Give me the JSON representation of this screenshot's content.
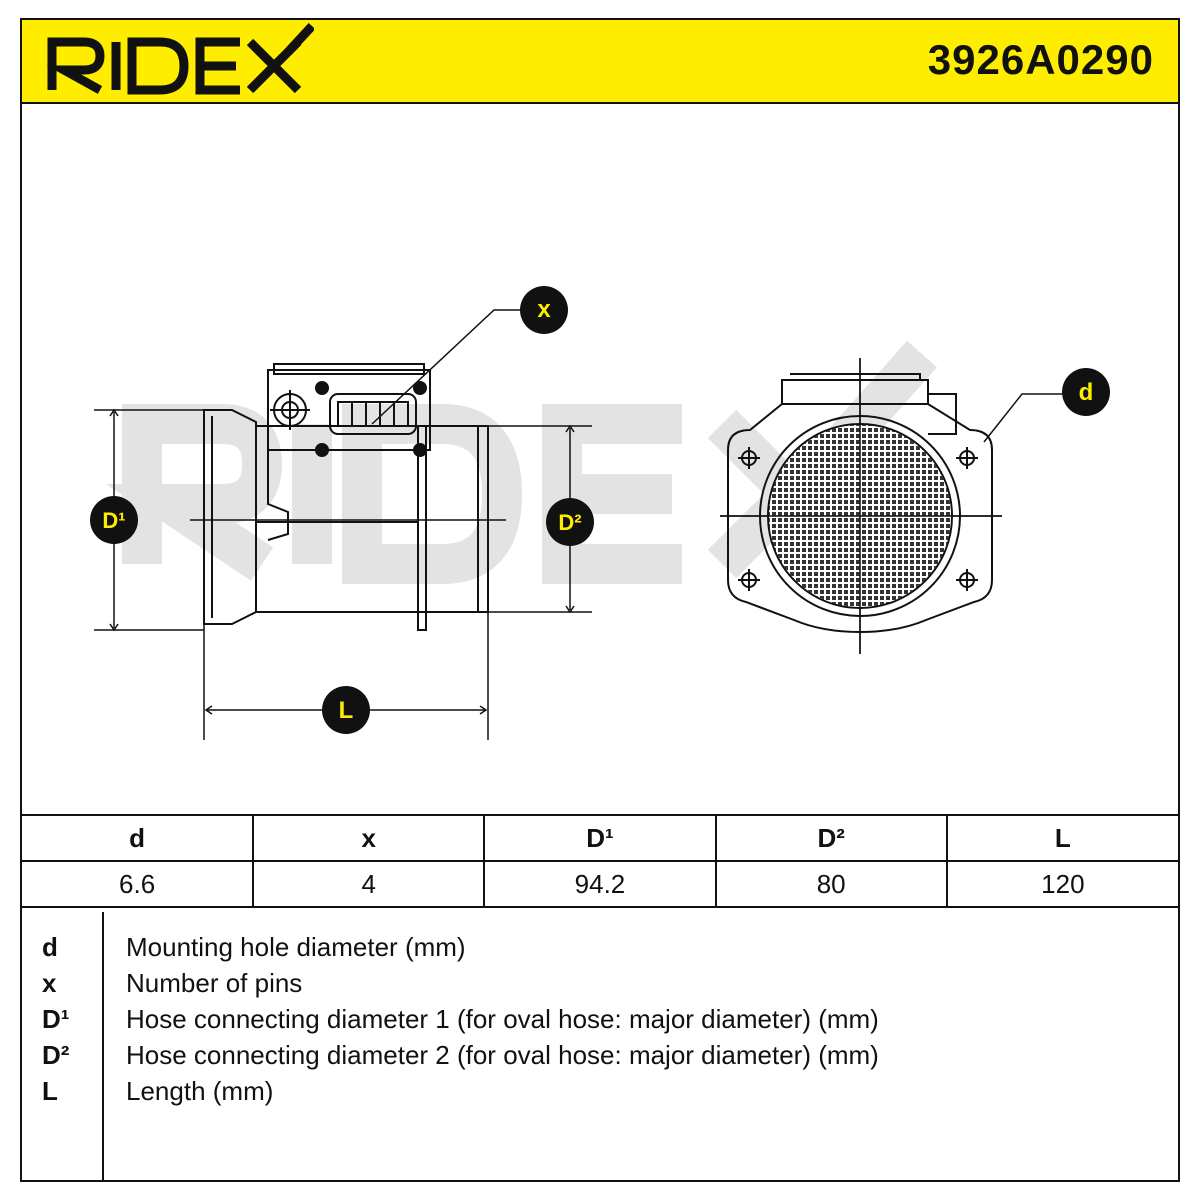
{
  "header": {
    "brand": "RIDEX",
    "part_number": "3926A0290",
    "brand_color": "#ffed00"
  },
  "diagram": {
    "callouts": {
      "x": "x",
      "d": "d",
      "D1": "D¹",
      "D2": "D²",
      "L": "L"
    }
  },
  "table": {
    "headers": [
      "d",
      "x",
      "D¹",
      "D²",
      "L"
    ],
    "values": [
      "6.6",
      "4",
      "94.2",
      "80",
      "120"
    ]
  },
  "legend": [
    {
      "symbol": "d",
      "description": "Mounting hole diameter (mm)"
    },
    {
      "symbol": "x",
      "description": "Number of pins"
    },
    {
      "symbol": "D¹",
      "description": "Hose connecting diameter 1 (for oval hose: major diameter) (mm)"
    },
    {
      "symbol": "D²",
      "description": "Hose connecting diameter 2 (for oval hose: major diameter) (mm)"
    },
    {
      "symbol": "L",
      "description": "Length (mm)"
    }
  ]
}
